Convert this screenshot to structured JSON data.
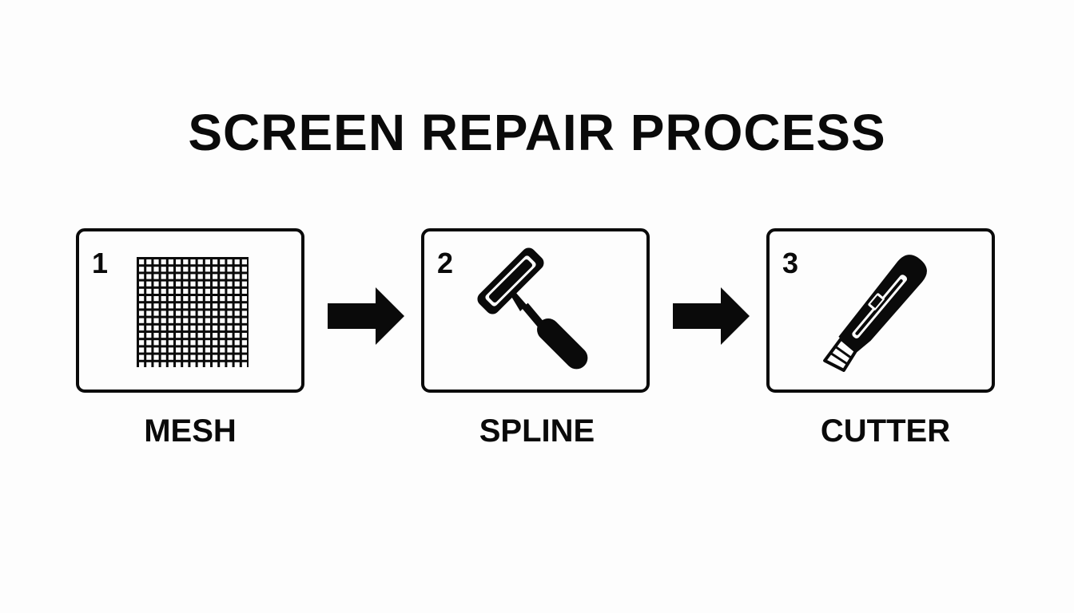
{
  "title": "SCREEN REPAIR PROCESS",
  "steps": [
    {
      "number": "1",
      "label": "MESH",
      "icon": "mesh-grid-icon"
    },
    {
      "number": "2",
      "label": "SPLINE",
      "icon": "spline-roller-icon"
    },
    {
      "number": "3",
      "label": "CUTTER",
      "icon": "utility-knife-icon"
    }
  ],
  "colors": {
    "ink": "#0a0a0a",
    "background": "#fdfdfd"
  }
}
